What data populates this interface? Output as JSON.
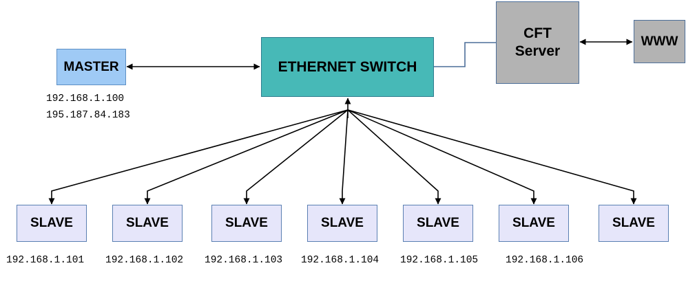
{
  "master": {
    "label": "MASTER",
    "ip1": "192.168.1.100",
    "ip2": "195.187.84.183"
  },
  "switch": {
    "label": "ETHERNET SWITCH"
  },
  "server": {
    "line1": "CFT",
    "line2": "Server"
  },
  "www": {
    "label": "WWW"
  },
  "slaves": [
    {
      "label": "SLAVE",
      "ip": "192.168.1.101"
    },
    {
      "label": "SLAVE",
      "ip": "192.168.1.102"
    },
    {
      "label": "SLAVE",
      "ip": "192.168.1.103"
    },
    {
      "label": "SLAVE",
      "ip": "192.168.1.104"
    },
    {
      "label": "SLAVE",
      "ip": "192.168.1.105"
    },
    {
      "label": "SLAVE",
      "ip": "192.168.1.106"
    },
    {
      "label": "SLAVE",
      "ip": ""
    }
  ],
  "colors": {
    "master_fill": "#9fcaf5",
    "switch_fill": "#47b9b7",
    "server_fill": "#b3b3b3",
    "slave_fill": "#e6e6fa",
    "link_blue": "#4c6e99"
  }
}
